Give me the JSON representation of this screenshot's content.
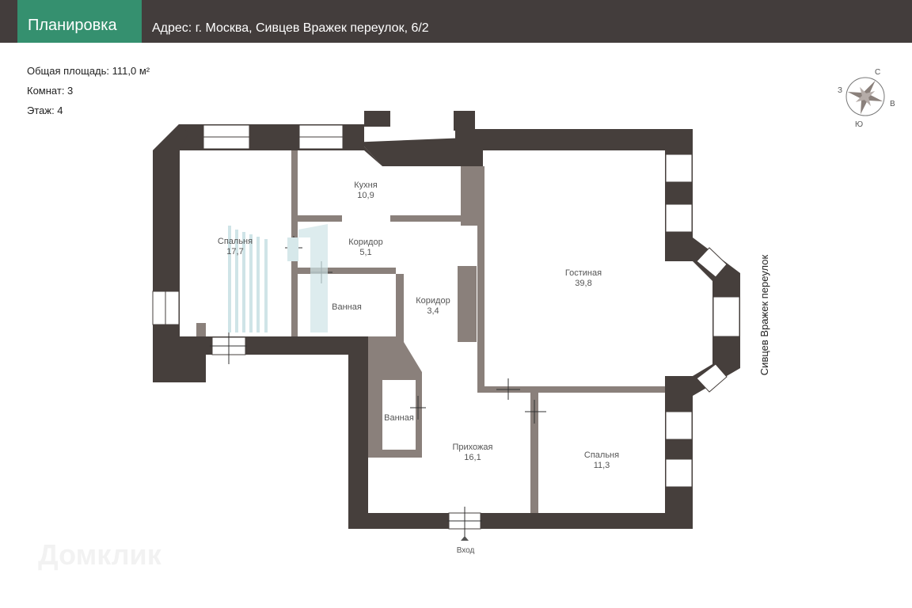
{
  "header": {
    "title": "Планировка",
    "address": "Адрес: г. Москва,  Сивцев Вражек переулок, 6/2"
  },
  "info": {
    "area": "Общая площадь: 111,0 м²",
    "rooms": "Комнат: 3",
    "floor": "Этаж: 4"
  },
  "compass": {
    "n": "С",
    "e": "В",
    "s": "Ю",
    "w": "З"
  },
  "rooms": [
    {
      "name": "Спальня",
      "area": "17,7"
    },
    {
      "name": "Кухня",
      "area": "10,9"
    },
    {
      "name": "Коридор",
      "area": "5,1"
    },
    {
      "name": "Ванная",
      "area": ""
    },
    {
      "name": "Коридор",
      "area": "3,4"
    },
    {
      "name": "Гостиная",
      "area": "39,8"
    },
    {
      "name": "Ванная",
      "area": ""
    },
    {
      "name": "Прихожая",
      "area": "16,1"
    },
    {
      "name": "Спальня",
      "area": "11,3"
    }
  ],
  "street_label": "Сивцев Вражек переулок",
  "entrance_label": "Вход",
  "watermark": "Домклик",
  "colors": {
    "header": "#433d3c",
    "accent": "#35906f",
    "wall": "#463f3c",
    "partition": "#8a807b"
  }
}
